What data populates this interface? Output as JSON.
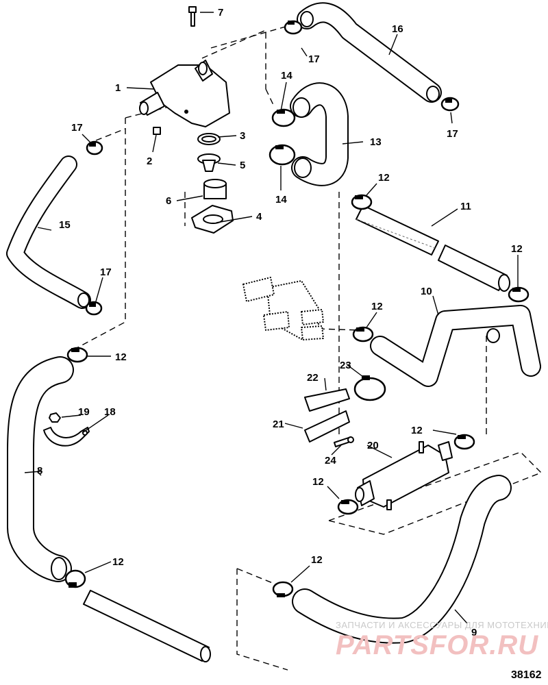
{
  "figure": {
    "id": "38162"
  },
  "callouts": [
    {
      "key": "1",
      "label": "1"
    },
    {
      "key": "2",
      "label": "2"
    },
    {
      "key": "3",
      "label": "3"
    },
    {
      "key": "4",
      "label": "4"
    },
    {
      "key": "5",
      "label": "5"
    },
    {
      "key": "6",
      "label": "6"
    },
    {
      "key": "7",
      "label": "7"
    },
    {
      "key": "8",
      "label": "8"
    },
    {
      "key": "9",
      "label": "9"
    },
    {
      "key": "10",
      "label": "10"
    },
    {
      "key": "11",
      "label": "11"
    },
    {
      "key": "12",
      "label": "12"
    },
    {
      "key": "13",
      "label": "13"
    },
    {
      "key": "14",
      "label": "14"
    },
    {
      "key": "15",
      "label": "15"
    },
    {
      "key": "16",
      "label": "16"
    },
    {
      "key": "17",
      "label": "17"
    },
    {
      "key": "18",
      "label": "18"
    },
    {
      "key": "19",
      "label": "19"
    },
    {
      "key": "20",
      "label": "20"
    },
    {
      "key": "21",
      "label": "21"
    },
    {
      "key": "22",
      "label": "22"
    },
    {
      "key": "23",
      "label": "23"
    },
    {
      "key": "24",
      "label": "24"
    }
  ],
  "watermark": {
    "line1": "ЗАПЧАСТИ И АКСЕССУАРЫ ДЛЯ МОТОТЕХНИКИ",
    "line2": "PARTSFOR.RU"
  }
}
